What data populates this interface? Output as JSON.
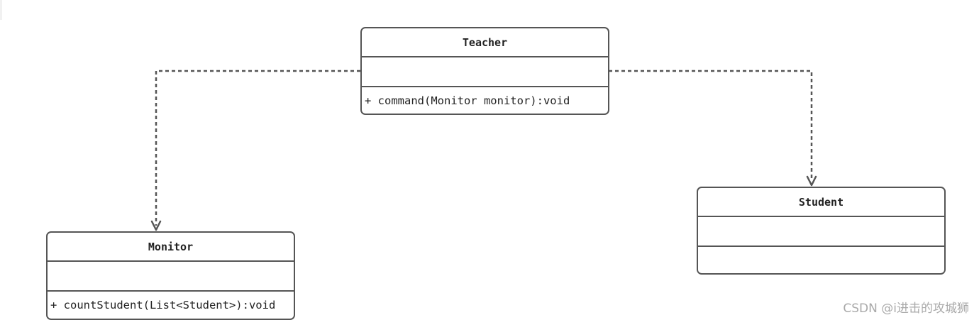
{
  "classes": {
    "teacher": {
      "name": "Teacher",
      "attributes": "",
      "methods": "+ command(Monitor monitor):void"
    },
    "monitor": {
      "name": "Monitor",
      "attributes": "",
      "methods": "+ countStudent(List<Student>):void"
    },
    "student": {
      "name": "Student",
      "attributes": "",
      "methods": ""
    }
  },
  "relations": [
    {
      "from": "Teacher",
      "to": "Monitor",
      "type": "dependency"
    },
    {
      "from": "Teacher",
      "to": "Student",
      "type": "dependency"
    }
  ],
  "watermark": "CSDN @i进击的攻城狮",
  "colors": {
    "line": "#555555",
    "watermark": "#a9a9a9"
  }
}
